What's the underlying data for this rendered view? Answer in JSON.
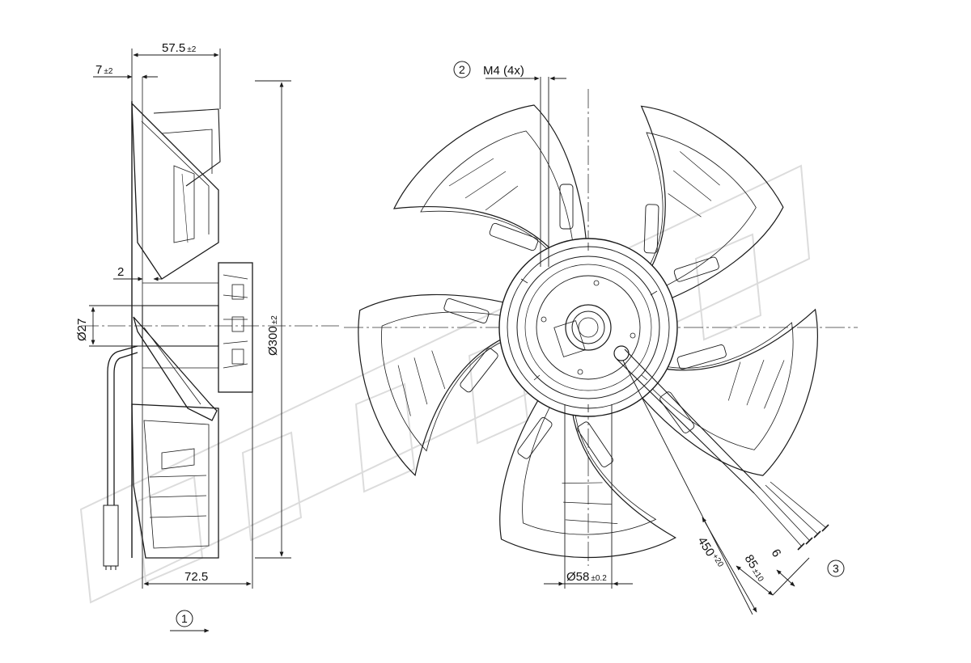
{
  "colors": {
    "line": "#1a1a1a",
    "thin": "#555555",
    "watermark": "#d9d9d9"
  },
  "side_view": {
    "dim_depth": {
      "value": "57.5",
      "tol": "±2"
    },
    "dim_flange": {
      "value": "7",
      "tol": "±2"
    },
    "dim_gap": {
      "value": "2"
    },
    "dim_hub_dia": {
      "value": "Ø27"
    },
    "dim_overall_dia": {
      "value": "Ø300",
      "tol": "±2"
    },
    "dim_length": {
      "value": "72.5"
    },
    "callout_airflow": "1"
  },
  "front_view": {
    "callout_holes": "2",
    "hole_label": "M4 (4x)",
    "dim_hub": {
      "value": "Ø58",
      "tol": "±0.2"
    },
    "dim_cable": {
      "value": "450",
      "tol": "+20"
    },
    "dim_strip": {
      "value": "85",
      "tol": "±10"
    },
    "dim_end": {
      "value": "6"
    },
    "callout_cable": "3"
  },
  "icons": [
    "airflow-arrow-icon",
    "fan-blade-icon",
    "cable-icon"
  ]
}
